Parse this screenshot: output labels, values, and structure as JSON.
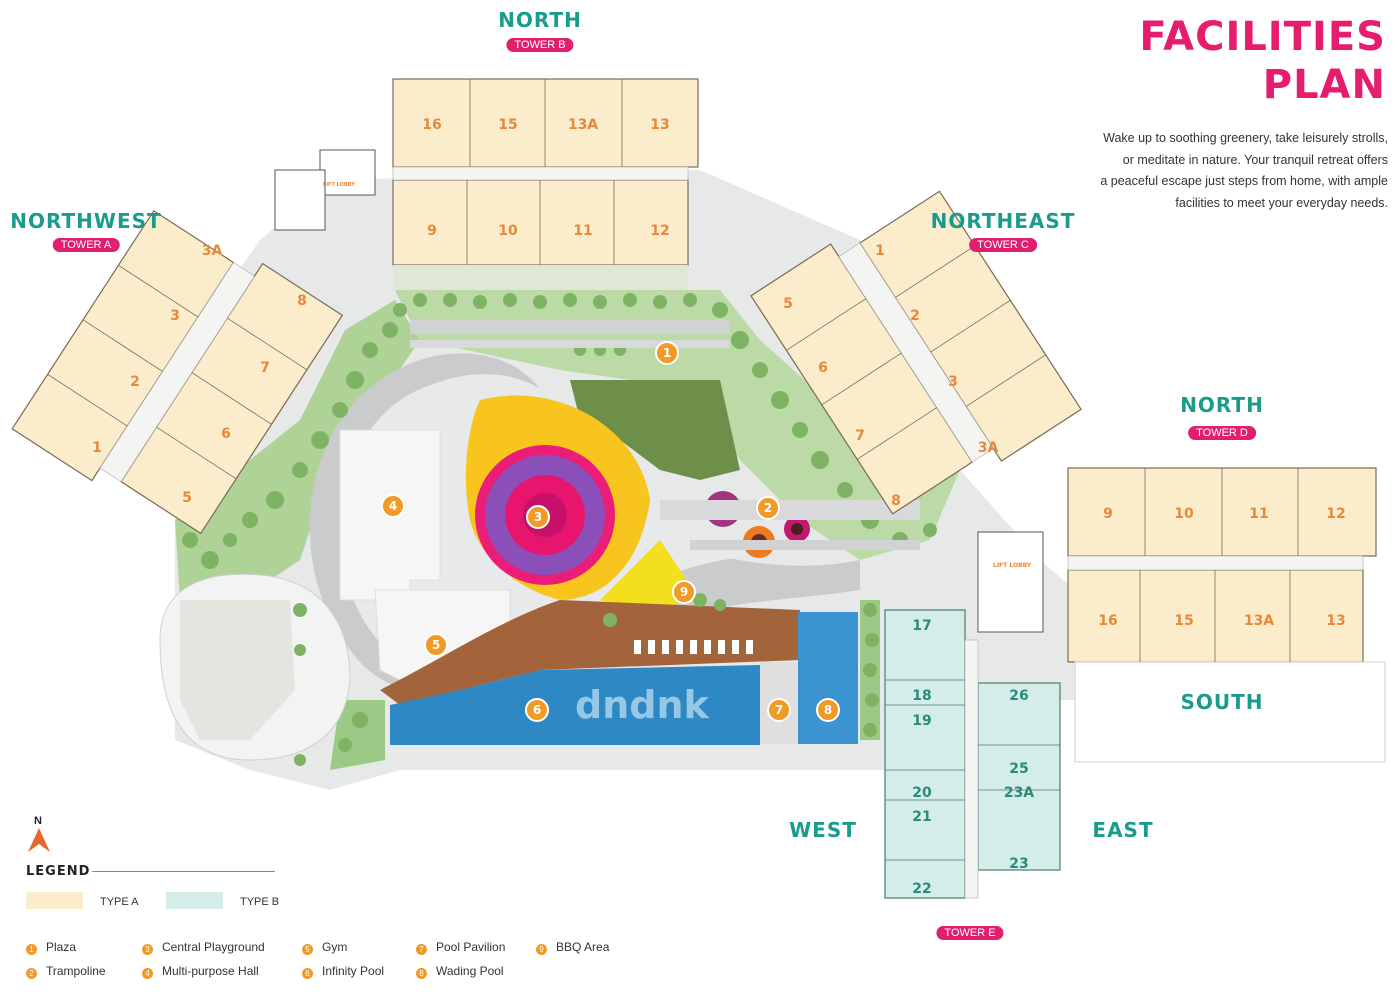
{
  "title_line1": "FACILITIES",
  "title_line2": "PLAN",
  "description": [
    "Wake up to soothing greenery, take leisurely strolls,",
    "or meditate in nature. Your tranquil retreat offers",
    "a peaceful escape just steps from home, with ample",
    "facilities to meet your everyday needs."
  ],
  "compass_label": "N",
  "pool_text": "dndnk",
  "lift_lobby_label": "LIFT LOBBY",
  "directions": {
    "north_top": "NORTH",
    "tower_b": "TOWER B",
    "northwest": "NORTHWEST",
    "tower_a": "TOWER A",
    "northeast": "NORTHEAST",
    "tower_c": "TOWER C",
    "north_right": "NORTH",
    "tower_d": "TOWER D",
    "south": "SOUTH",
    "west": "WEST",
    "east": "EAST",
    "tower_e": "TOWER E"
  },
  "legend": {
    "title": "LEGEND",
    "type_a": "TYPE A",
    "type_b": "TYPE B",
    "colors": {
      "type_a": "#fbeccc",
      "type_b": "#d5ede8"
    }
  },
  "facilities": [
    {
      "num": "1",
      "name": "Plaza"
    },
    {
      "num": "2",
      "name": "Trampoline"
    },
    {
      "num": "3",
      "name": "Central Playground"
    },
    {
      "num": "4",
      "name": "Multi-purpose Hall"
    },
    {
      "num": "5",
      "name": "Gym"
    },
    {
      "num": "6",
      "name": "Infinity Pool"
    },
    {
      "num": "7",
      "name": "Pool Pavilion"
    },
    {
      "num": "8",
      "name": "Wading Pool"
    },
    {
      "num": "9",
      "name": "BBQ Area"
    }
  ],
  "unit_labels": {
    "tower_b_top": [
      "16",
      "15",
      "13A",
      "13"
    ],
    "tower_b_bottom": [
      "9",
      "10",
      "11",
      "12"
    ],
    "tower_a_outer": [
      "3A",
      "3",
      "2",
      "1"
    ],
    "tower_a_inner": [
      "8",
      "7",
      "6",
      "5"
    ],
    "tower_c_outer": [
      "1",
      "2",
      "3",
      "3A"
    ],
    "tower_c_inner": [
      "5",
      "6",
      "7",
      "8"
    ],
    "tower_d_top": [
      "9",
      "10",
      "11",
      "12"
    ],
    "tower_d_bottom": [
      "16",
      "15",
      "13A",
      "13"
    ],
    "tower_e_left": [
      "17",
      "18",
      "19",
      "20",
      "21",
      "22"
    ],
    "tower_e_right": [
      "26",
      "25",
      "23A",
      "23"
    ]
  },
  "colors": {
    "accent_pink": "#e61c6e",
    "teal_text": "#1a9c8c",
    "marker_orange": "#f29a26",
    "unit_number_orange": "#e8893a",
    "unit_number_teal": "#2a8a7c"
  }
}
